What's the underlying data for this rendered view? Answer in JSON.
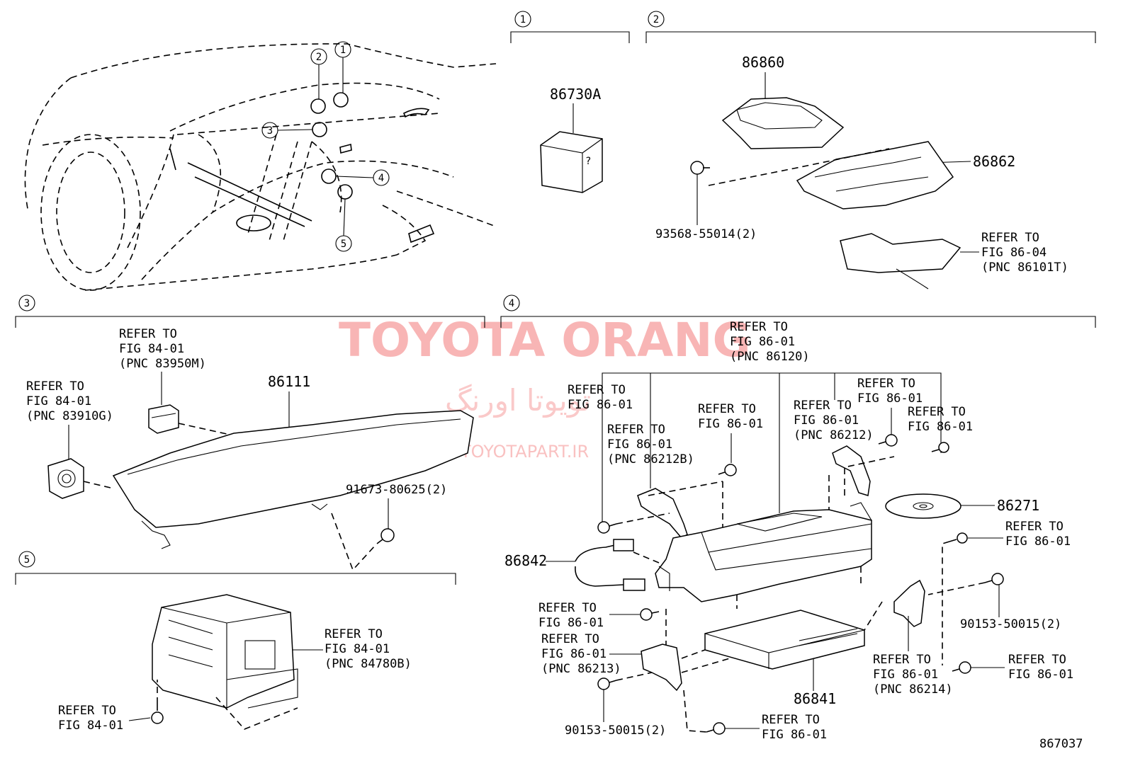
{
  "diagram_id": "867037",
  "watermark": {
    "brand": "TOYOTA ORANG",
    "arabic": "تویوتا اورنگ",
    "site": "TOYOTAPART.IR"
  },
  "overview": {
    "callouts": [
      "1",
      "2",
      "3",
      "4",
      "5"
    ]
  },
  "sections": {
    "s1": {
      "number": "1",
      "parts": {
        "p86730A": "86730A"
      }
    },
    "s2": {
      "number": "2",
      "parts": {
        "p86860": "86860",
        "p86862": "86862",
        "p93568": "93568-55014(2)",
        "ref86101T": [
          "REFER TO",
          "FIG 86-04",
          "(PNC 86101T)"
        ]
      }
    },
    "s3": {
      "number": "3",
      "parts": {
        "p86111": "86111",
        "p91673": "91673-80625(2)",
        "ref83950M": [
          "REFER TO",
          "FIG 84-01",
          "(PNC 83950M)"
        ],
        "ref83910G": [
          "REFER TO",
          "FIG 84-01",
          "(PNC 83910G)"
        ]
      }
    },
    "s4": {
      "number": "4",
      "parts": {
        "p86271": "86271",
        "p86842": "86842",
        "p86841": "86841",
        "p90153_right": "90153-50015(2)",
        "p90153_left": "90153-50015(2)",
        "ref86120": [
          "REFER TO",
          "FIG 86-01",
          "(PNC 86120)"
        ],
        "ref_a": [
          "REFER TO",
          "FIG 86-01"
        ],
        "ref86212B": [
          "REFER TO",
          "FIG 86-01",
          "(PNC 86212B)"
        ],
        "ref_b": [
          "REFER TO",
          "FIG 86-01"
        ],
        "ref86212": [
          "REFER TO",
          "FIG 86-01",
          "(PNC 86212)"
        ],
        "ref_c": [
          "REFER TO",
          "FIG 86-01"
        ],
        "ref_d": [
          "REFER TO",
          "FIG 86-01"
        ],
        "ref_e": [
          "REFER TO",
          "FIG 86-01"
        ],
        "ref_f": [
          "REFER TO",
          "FIG 86-01"
        ],
        "ref86213": [
          "REFER TO",
          "FIG 86-01",
          "(PNC 86213)"
        ],
        "ref86214": [
          "REFER TO",
          "FIG 86-01",
          "(PNC 86214)"
        ],
        "ref_g": [
          "REFER TO",
          "FIG 86-01"
        ],
        "ref_h": [
          "REFER TO",
          "FIG 86-01"
        ]
      }
    },
    "s5": {
      "number": "5",
      "parts": {
        "ref84780B": [
          "REFER TO",
          "FIG 84-01",
          "(PNC 84780B)"
        ],
        "ref_bolt": [
          "REFER TO",
          "FIG 84-01"
        ]
      }
    }
  }
}
